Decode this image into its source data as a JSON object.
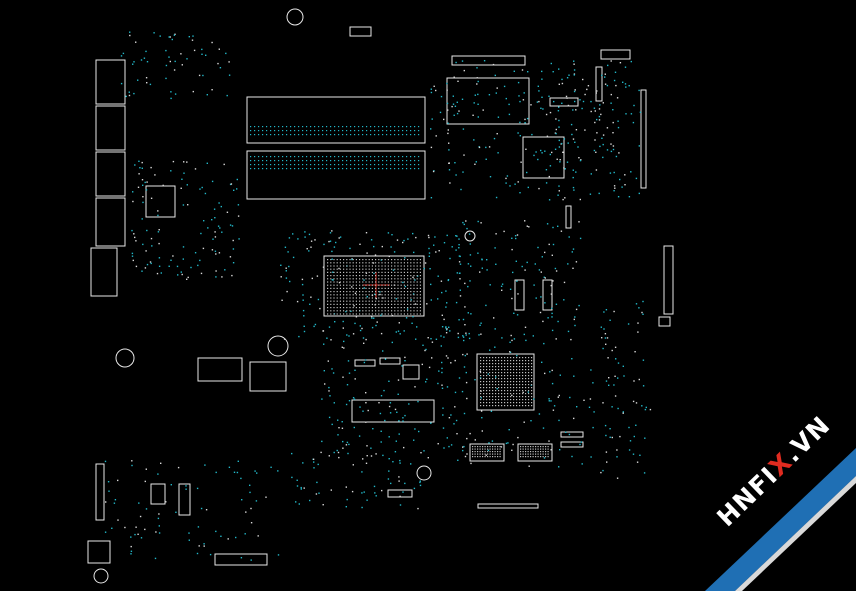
{
  "viewer": {
    "background": "#000000",
    "outline_color": "#e8e8e8",
    "pad_color": "#22b7c8",
    "cursor_color": "#e02b20"
  },
  "watermark": {
    "text_prefix": "HNFI",
    "text_accent": "X",
    "text_suffix": ".VN",
    "band_color": "#1f6fb4",
    "text_color": "#ffffff",
    "accent_color": "#e02b20"
  }
}
